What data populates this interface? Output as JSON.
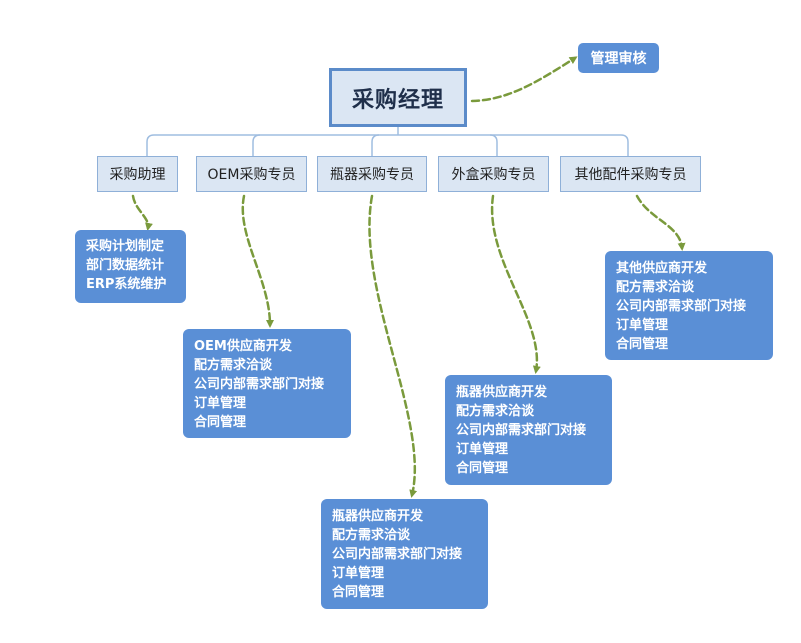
{
  "manager": {
    "label": "采购经理"
  },
  "review": {
    "label": "管理审核"
  },
  "roles": [
    {
      "label": "采购助理"
    },
    {
      "label": "OEM采购专员"
    },
    {
      "label": "瓶器采购专员"
    },
    {
      "label": "外盒采购专员"
    },
    {
      "label": "其他配件采购专员"
    }
  ],
  "duties": [
    {
      "items": [
        "采购计划制定",
        "部门数据统计",
        "ERP系统维护"
      ]
    },
    {
      "items": [
        "OEM供应商开发",
        "配方需求洽谈",
        "公司内部需求部门对接",
        "订单管理",
        "合同管理"
      ]
    },
    {
      "items": [
        "瓶器供应商开发",
        "配方需求洽谈",
        "公司内部需求部门对接",
        "订单管理",
        "合同管理"
      ]
    },
    {
      "items": [
        "瓶器供应商开发",
        "配方需求洽谈",
        "公司内部需求部门对接",
        "订单管理",
        "合同管理"
      ]
    },
    {
      "items": [
        "其他供应商开发",
        "配方需求洽谈",
        "公司内部需求部门对接",
        "订单管理",
        "合同管理"
      ]
    }
  ],
  "colors": {
    "connector": "#9fbde0",
    "arrow": "#7a9a3c",
    "box_fill": "#dbe6f3",
    "box_border": "#5b8bc9",
    "duty_fill": "#5a8fd6"
  }
}
